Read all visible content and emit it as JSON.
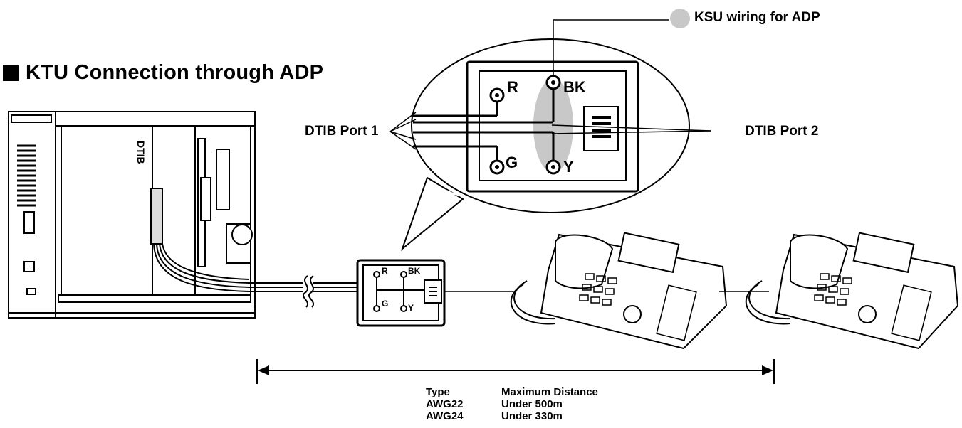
{
  "title": "KTU Connection through ADP",
  "callout": {
    "label": "KSU wiring for ADP",
    "dot_color": "#c8c8c8"
  },
  "ports": {
    "port1": "DTIB Port 1",
    "port2": "DTIB Port 2"
  },
  "terminals": {
    "r": "R",
    "bk": "BK",
    "g": "G",
    "y": "Y"
  },
  "ksu": {
    "card_label": "DTIB"
  },
  "distance_table": {
    "headers": [
      "Type",
      "Maximum Distance"
    ],
    "rows": [
      [
        "AWG22",
        "Under 500m"
      ],
      [
        "AWG24",
        "Under 330m"
      ]
    ]
  }
}
